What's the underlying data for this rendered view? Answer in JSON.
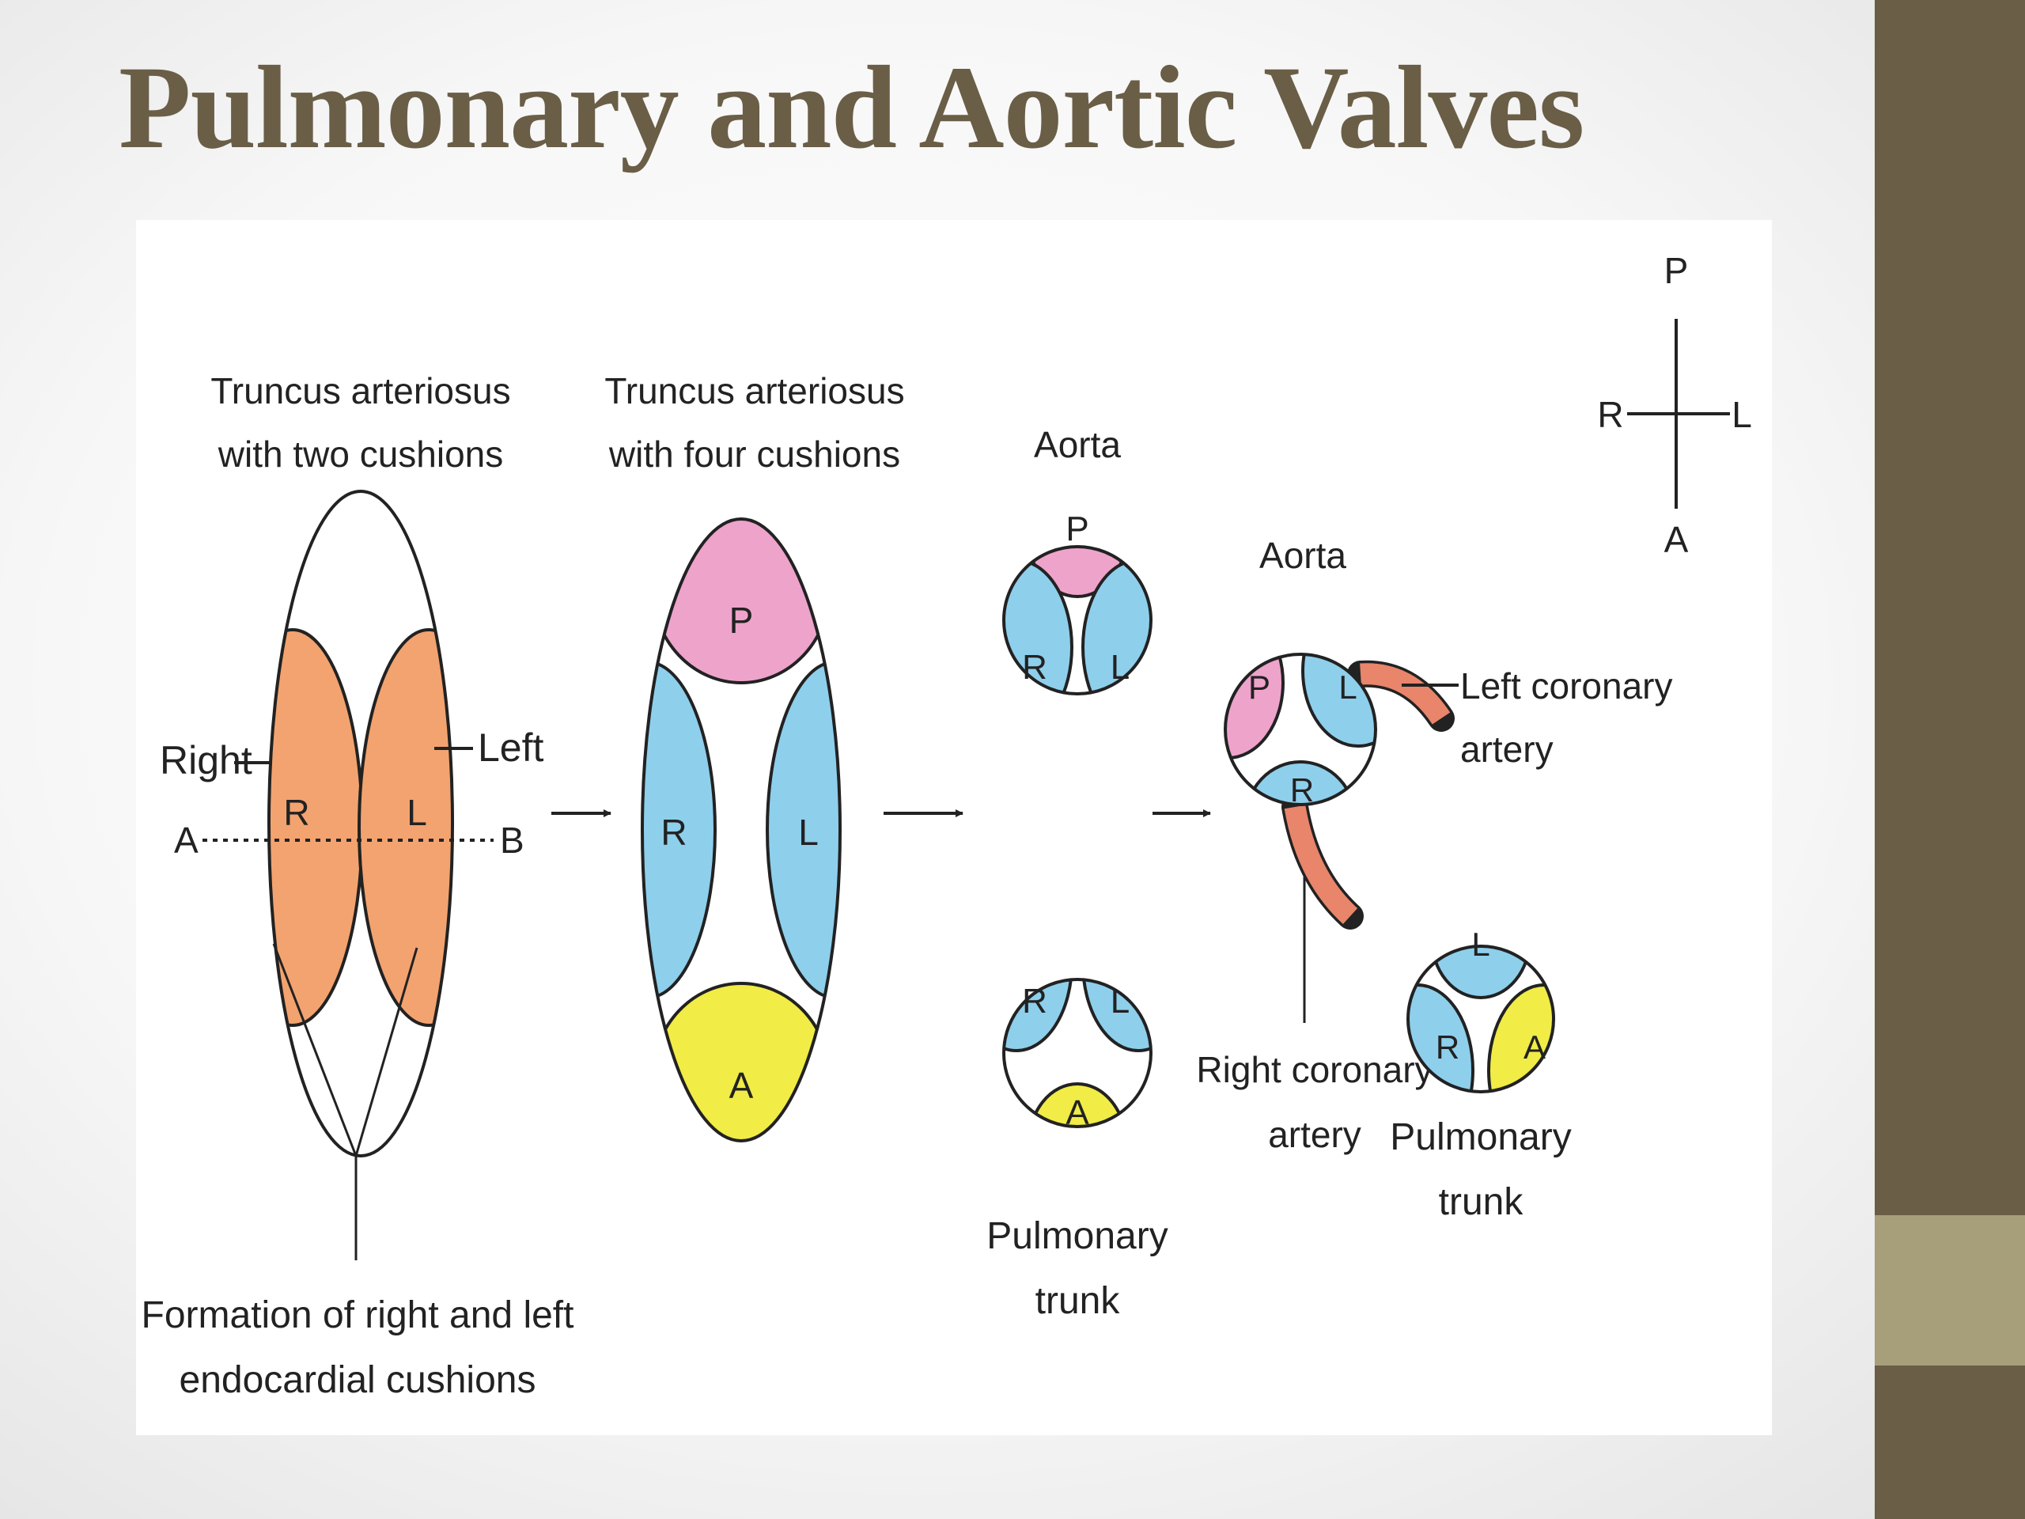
{
  "slide": {
    "title": "Pulmonary and Aortic Valves",
    "colors": {
      "title": "#6a5e47",
      "sidebar": "#6a5e47",
      "sidebar_accent": "#a79f79"
    }
  },
  "diagram": {
    "colors": {
      "orange": "#f3a36f",
      "blue": "#8ecfec",
      "pink": "#eea3cb",
      "yellow": "#f1ec46",
      "vessel": "#e8856b"
    },
    "stage1": {
      "caption_line1": "Truncus arteriosus",
      "caption_line2": "with two cushions",
      "right_label": "Right",
      "left_label": "Left",
      "cushion_r": "R",
      "cushion_l": "L",
      "point_a": "A",
      "point_b": "B",
      "bottom_line1": "Formation of right and left",
      "bottom_line2": "endocardial cushions"
    },
    "stage2": {
      "caption_line1": "Truncus arteriosus",
      "caption_line2": "with four cushions",
      "p": "P",
      "r": "R",
      "l": "L",
      "a": "A"
    },
    "stage3": {
      "aorta_label": "Aorta",
      "aorta_p": "P",
      "aorta_r": "R",
      "aorta_l": "L",
      "pt_r": "R",
      "pt_l": "L",
      "pt_a": "A",
      "pt_label_line1": "Pulmonary",
      "pt_label_line2": "trunk"
    },
    "stage4": {
      "aorta_label": "Aorta",
      "aorta_p": "P",
      "aorta_l": "L",
      "aorta_r": "R",
      "lca_line1": "Left coronary",
      "lca_line2": "artery",
      "rca_line1": "Right coronary",
      "rca_line2": "artery",
      "pt_l": "L",
      "pt_r": "R",
      "pt_a": "A",
      "pt_label_line1": "Pulmonary",
      "pt_label_line2": "trunk"
    },
    "compass": {
      "p": "P",
      "a": "A",
      "r": "R",
      "l": "L"
    }
  }
}
